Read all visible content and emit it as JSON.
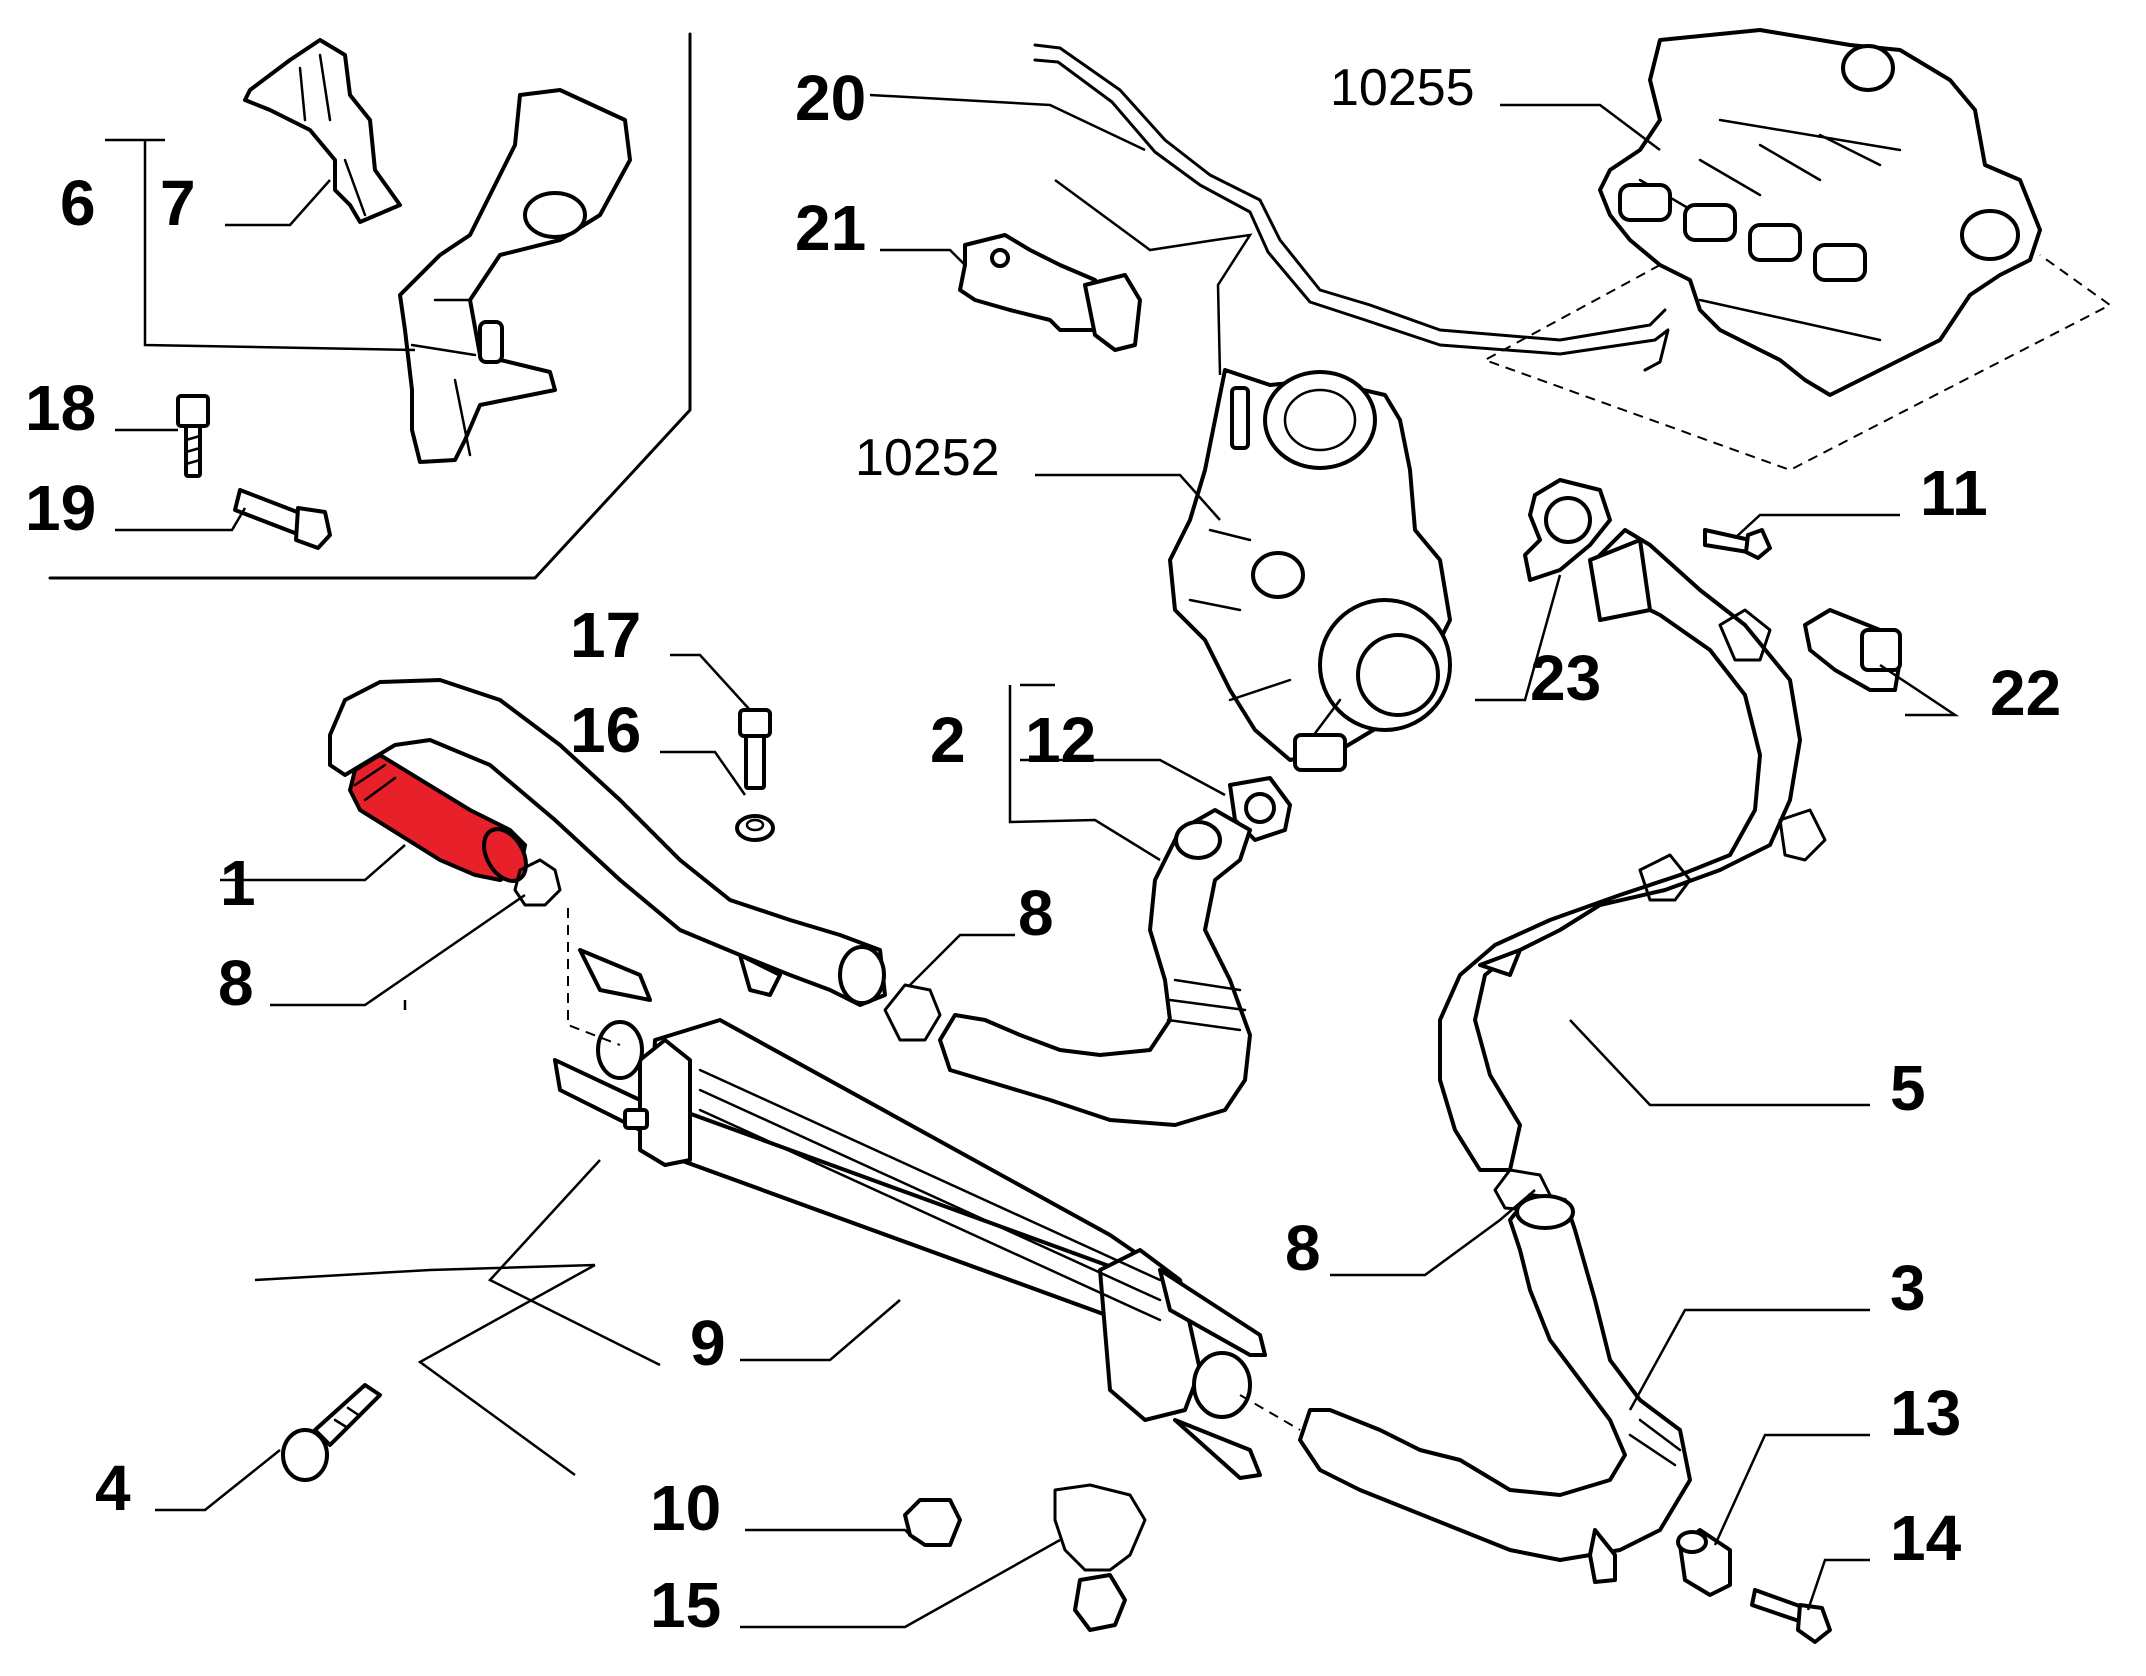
{
  "highlight_color": "#e8202a",
  "callouts": {
    "c1": "1",
    "c2": "2",
    "c3": "3",
    "c4": "4",
    "c5": "5",
    "c6": "6",
    "c7": "7",
    "c8a": "8",
    "c8b": "8",
    "c8c": "8",
    "c9": "9",
    "c10": "10",
    "c11": "11",
    "c12": "12",
    "c13": "13",
    "c14": "14",
    "c15": "15",
    "c16": "16",
    "c17": "17",
    "c18": "18",
    "c19": "19",
    "c20": "20",
    "c21": "21",
    "c22": "22",
    "c23": "23",
    "c10252": "10252",
    "c10255": "10255"
  },
  "parts": {
    "highlighted_part": "1",
    "icons": [
      "hose-icon",
      "intercooler-icon",
      "turbocharger-icon",
      "intake-manifold-icon",
      "bracket-icon",
      "bolt-icon",
      "clamp-icon",
      "sensor-icon",
      "gasket-icon",
      "pipe-icon"
    ]
  }
}
